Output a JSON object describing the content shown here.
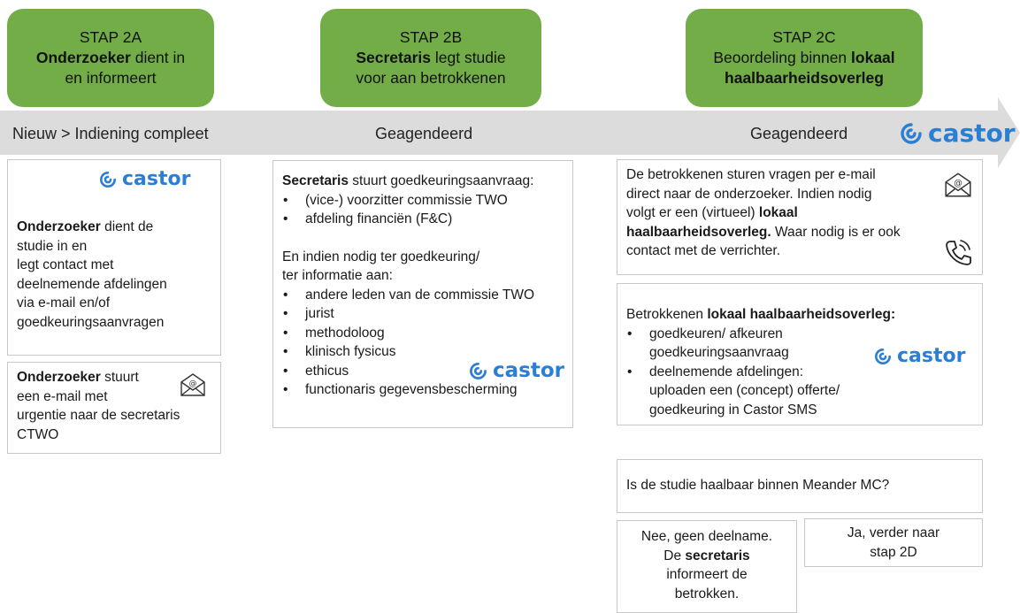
{
  "steps": [
    {
      "title": "STAP 2A",
      "bold": "Onderzoeker",
      "rest": " dient in",
      "line3": "en informeert"
    },
    {
      "title": "STAP 2B",
      "bold": "Secretaris",
      "rest": " legt studie",
      "line3": "voor aan betrokkenen"
    },
    {
      "title": "STAP 2C",
      "line2": "Beoordeling binnen ",
      "bold": "lokaal",
      "line3": "haalbaarheidsoverleg"
    }
  ],
  "phases": [
    "Nieuw > Indiening compleet",
    "Geagendeerd",
    "Geagendeerd"
  ],
  "logo_text": "castor",
  "col1": {
    "box1": {
      "bold": "Onderzoeker",
      "lines": [
        " dient de",
        "studie in en",
        "legt contact met",
        "deelnemende  afdelingen",
        "via e-mail en/of",
        "goedkeuringsaanvragen"
      ]
    },
    "box2": {
      "bold": "Onderzoeker",
      "lines": [
        " stuurt",
        "een e-mail met",
        "urgentie naar de secretaris",
        "CTWO"
      ]
    }
  },
  "col2": {
    "bold": "Secretaris",
    "intro": " stuurt goedkeuringsaanvraag:",
    "list1": [
      "(vice-) voorzitter commissie TWO",
      "afdeling financiën (F&C)"
    ],
    "mid1": "En indien nodig ter goedkeuring/",
    "mid2": "ter informatie aan:",
    "list2": [
      "andere leden van de commissie TWO",
      "jurist",
      "methodoloog",
      "klinisch fysicus",
      "ethicus",
      "functionaris gegevensbescherming"
    ]
  },
  "col3": {
    "box1": {
      "l1": "De betrokkenen sturen vragen per e-mail",
      "l2": "direct naar de onderzoeker.  Indien nodig",
      "l3a": "volgt er een (virtueel) ",
      "l3b": "lokaal",
      "l4a": "haalbaarheidsoverleg.",
      "l4b": " Waar nodig is er ook",
      "l5": "contact met de verrichter."
    },
    "box2": {
      "intro": "Betrokkenen ",
      "bold": "lokaal haalbaarheidsoverleg:",
      "items": [
        {
          "l1": "goedkeuren/ afkeuren",
          "l2": "goedkeuringsaanvraag"
        },
        {
          "l1": "deelnemende afdelingen:",
          "l2": "uploaden een (concept) offerte/",
          "l3": "goedkeuring in Castor SMS"
        }
      ]
    },
    "question": "Is de studie haalbaar binnen Meander MC?",
    "no": {
      "l1": "Nee, geen deelname.",
      "l2a": "De ",
      "l2b": "secretaris",
      "l3": "informeert de",
      "l4": "betrokken."
    },
    "yes": {
      "l1": "Ja, verder naar",
      "l2": "stap 2D"
    }
  },
  "colors": {
    "green": "#72ad47",
    "arrow": "#dcdcdc",
    "castor": "#2a7fd4"
  }
}
